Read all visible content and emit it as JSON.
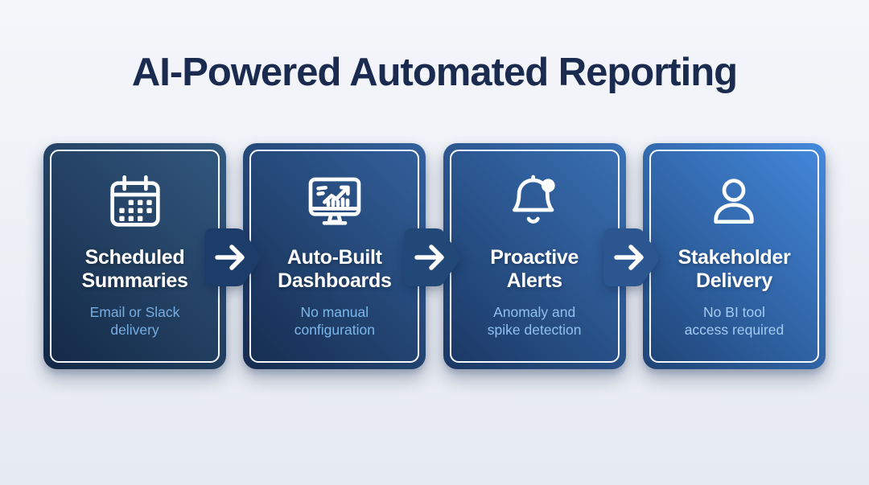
{
  "title": {
    "text": "AI-Powered Automated Reporting",
    "color": "#1b2b50"
  },
  "background": {
    "top": "#f4f6fa",
    "bottom": "#e6eaf1"
  },
  "connector": {
    "icon": "arrow-right-icon",
    "colors": [
      "#1c3c69",
      "#224878",
      "#2b5690"
    ]
  },
  "steps": [
    {
      "icon": "calendar-icon",
      "heading_lines": [
        "Scheduled",
        "Summaries"
      ],
      "subtitle_lines": [
        "Email or Slack",
        "delivery"
      ],
      "gradient": {
        "from": "#33597f",
        "to": "#132846"
      },
      "subtitle_color": "#76ade0"
    },
    {
      "icon": "dashboard-monitor-icon",
      "heading_lines": [
        "Auto-Built",
        "Dashboards"
      ],
      "subtitle_lines": [
        "No manual",
        "configuration"
      ],
      "gradient": {
        "from": "#33619d",
        "to": "#152c4e"
      },
      "subtitle_color": "#7db6e8"
    },
    {
      "icon": "alert-bell-icon",
      "heading_lines": [
        "Proactive",
        "Alerts"
      ],
      "subtitle_lines": [
        "Anomaly and",
        "spike detection"
      ],
      "gradient": {
        "from": "#3a71b5",
        "to": "#1a3763"
      },
      "subtitle_color": "#8fc0ee"
    },
    {
      "icon": "user-icon",
      "heading_lines": [
        "Stakeholder",
        "Delivery"
      ],
      "subtitle_lines": [
        "No BI tool",
        "access required"
      ],
      "gradient": {
        "from": "#4489dd",
        "to": "#1f4476"
      },
      "subtitle_color": "#a2cbf3"
    }
  ]
}
